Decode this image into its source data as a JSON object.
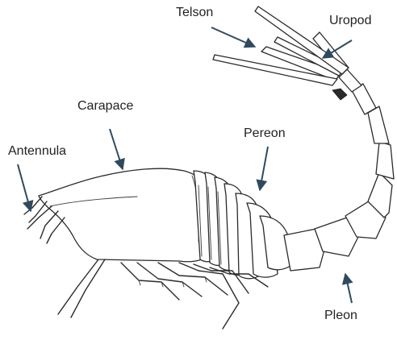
{
  "figure": {
    "labels": {
      "telson": "Telson",
      "uropod": "Uropod",
      "carapace": "Carapace",
      "antennula": "Antennula",
      "pereon": "Pereon",
      "pleon": "Pleon"
    },
    "colors": {
      "label_text": "#222222",
      "arrow": "#2f4a5e",
      "outline": "#2a2a2a",
      "background": "#ffffff"
    }
  }
}
